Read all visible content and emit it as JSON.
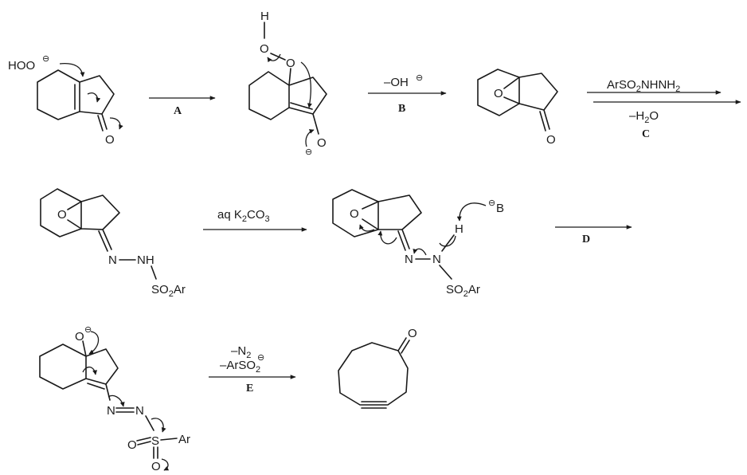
{
  "scheme": {
    "ink_color": "#1a1a1a",
    "background": "#ffffff"
  },
  "atoms": {
    "hoo": "HOO",
    "minus": "⊖",
    "O": "O",
    "H": "H",
    "N": "N",
    "NH": "NH",
    "B": "B",
    "S": "S",
    "Ar": "Ar",
    "so2ar": [
      "SO",
      "2",
      "Ar"
    ]
  },
  "steps": {
    "A": {
      "label": "A"
    },
    "B": {
      "above": "–OH",
      "charge": "⊖",
      "label": "B"
    },
    "C": {
      "above": [
        "ArSO",
        "2",
        "NHNH",
        "2"
      ],
      "below": [
        "–H",
        "2",
        "O"
      ],
      "label": "C"
    },
    "aq": {
      "above": [
        "aq K",
        "2",
        "CO",
        "3"
      ]
    },
    "D": {
      "label": "D"
    },
    "E": {
      "line1": [
        "–N",
        "2"
      ],
      "line2": [
        "–ArSO",
        "2"
      ],
      "charge": "⊖",
      "label": "E"
    }
  }
}
